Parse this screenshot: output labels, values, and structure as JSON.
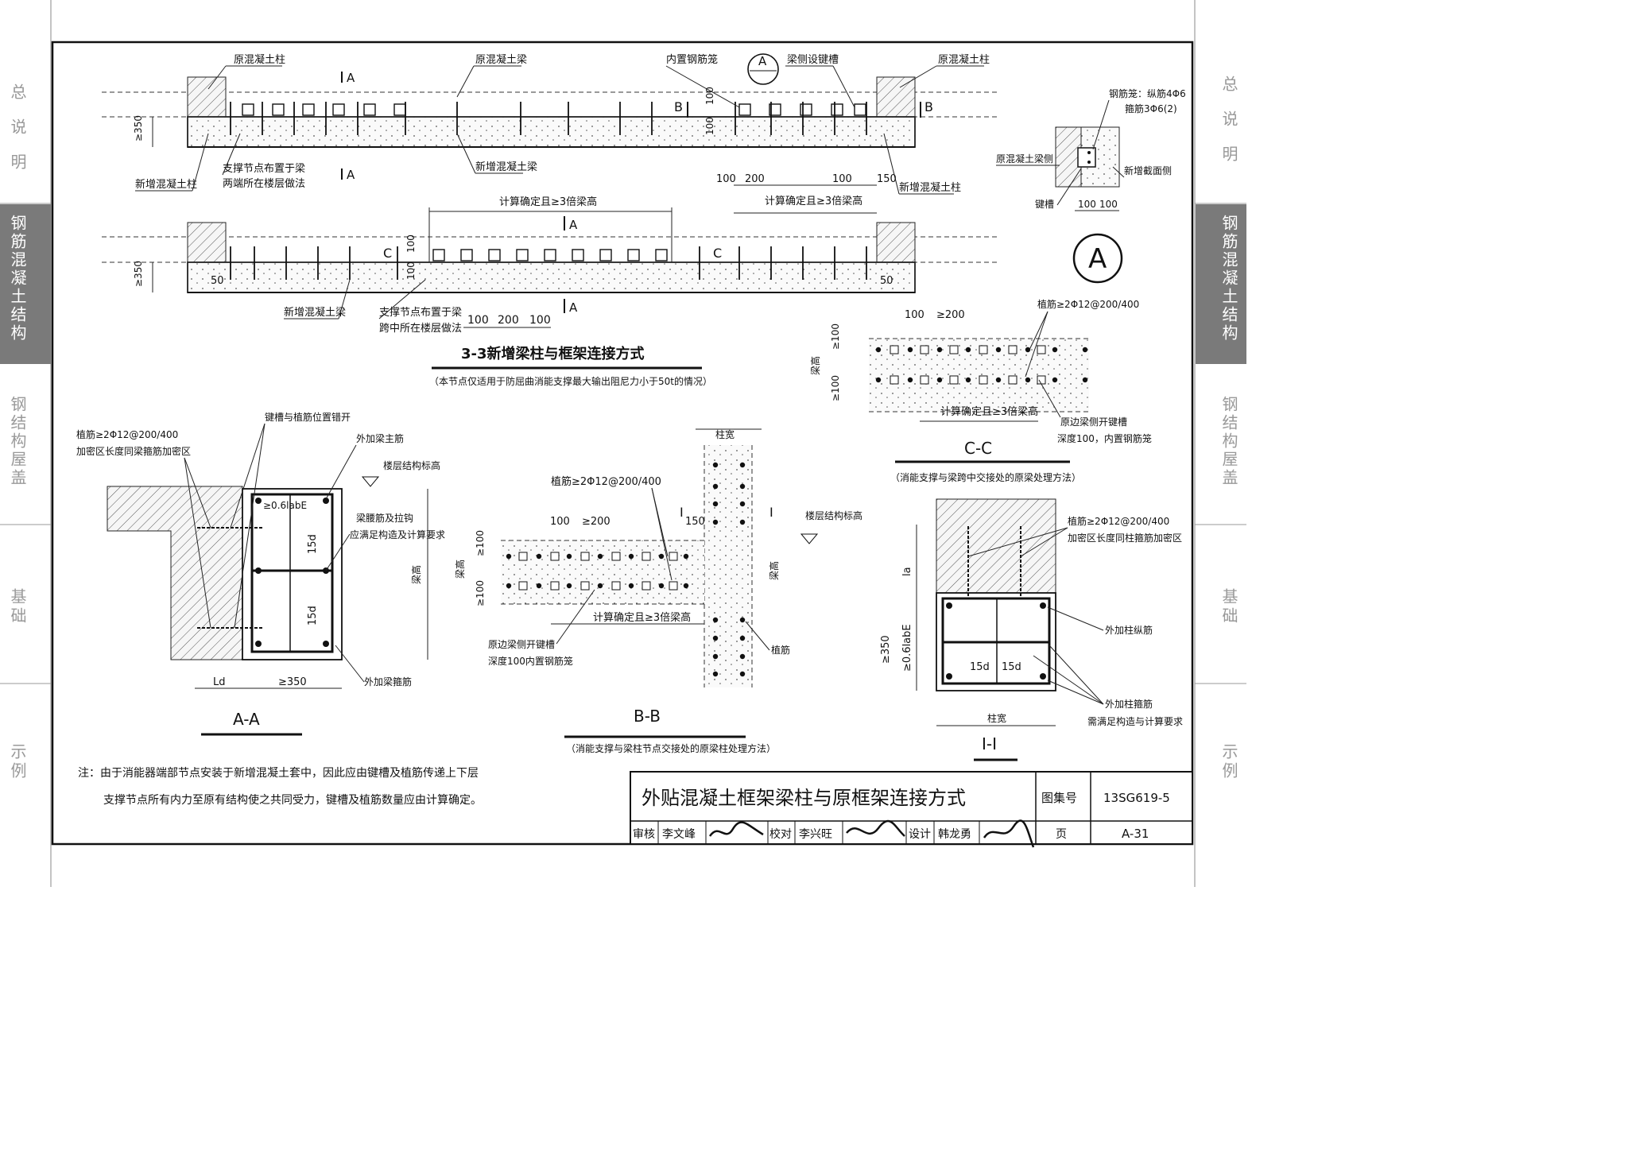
{
  "sidebar_left": [
    {
      "label": "总说明",
      "active": false
    },
    {
      "label": "钢筋混凝土结构",
      "active": true
    },
    {
      "label": "钢结构屋盖",
      "active": false
    },
    {
      "label": "基础",
      "active": false
    },
    {
      "label": "示例",
      "active": false
    }
  ],
  "sidebar_right": [
    {
      "label": "总说明",
      "active": false
    },
    {
      "label": "钢筋混凝土结构",
      "active": true
    },
    {
      "label": "钢结构屋盖",
      "active": false
    },
    {
      "label": "基础",
      "active": false
    },
    {
      "label": "示例",
      "active": false
    }
  ],
  "elevation": {
    "labels": {
      "orig_col_left": "原混凝土柱",
      "orig_beam": "原混凝土梁",
      "inner_cage": "内置钢筋笼",
      "key_groove": "梁侧设键槽",
      "orig_col_right": "原混凝土柱",
      "new_col_left": "新增混凝土柱",
      "support_ends": "支撑节点布置于梁",
      "support_ends_2": "两端所在楼层做法",
      "new_beam_top": "新增混凝土梁",
      "new_col_right": "新增混凝土柱",
      "new_beam_bottom": "新增混凝土梁",
      "support_mid": "支撑节点布置于梁",
      "support_mid_2": "跨中所在楼层做法",
      "calc_top": "计算确定且≥3倍梁高",
      "calc_right": "计算确定且≥3倍梁高",
      "sec_a": "A",
      "sec_b": "B",
      "sec_c": "C",
      "callout": "A",
      "dim_350": "≥350",
      "dim_100": "100",
      "dim_200": "200",
      "dim_150": "150",
      "dim_50": "50"
    },
    "title": "3-3新增梁柱与框架连接方式",
    "subtitle": "（本节点仅适用于防屈曲消能支撑最大输出阻尼力小于50t的情况）"
  },
  "detail_A": {
    "cage_label_1": "钢筋笼：纵筋4Φ6",
    "cage_label_2": "箍筋3Φ6(2)",
    "orig_side": "原混凝土梁侧",
    "new_face": "新增截面侧",
    "key": "键槽",
    "dim": "100",
    "mark": "A"
  },
  "section_AA": {
    "title": "A-A",
    "labels": {
      "embed": "植筋≥2Φ12@200/400",
      "dense": "加密区长度同梁箍筋加密区",
      "stagger": "键槽与植筋位置错开",
      "main_bar": "外加梁主筋",
      "floor": "楼层结构标高",
      "waist": "梁腰筋及拉钩",
      "waist_2": "应满足构造及计算要求",
      "stirrup": "外加梁箍筋",
      "beam_h": "梁高",
      "lae": "≥0.6labE",
      "d15": "15d",
      "ld": "Ld",
      "w350": "≥350"
    }
  },
  "section_BB": {
    "title": "B-B",
    "subtitle": "（消能支撑与梁柱节点交接处的原梁柱处理方法）",
    "labels": {
      "col_w": "柱宽",
      "embed": "植筋≥2Φ12@200/400",
      "floor": "楼层结构标高",
      "calc": "计算确定且≥3倍梁高",
      "groove": "原边梁侧开键槽",
      "groove_2": "深度100内置钢筋笼",
      "bar": "植筋",
      "beam_h": "梁高",
      "d100": "100",
      "d200": "≥200",
      "d150": "150",
      "g100": "≥100",
      "mark": "I"
    }
  },
  "section_CC": {
    "title": "C-C",
    "subtitle": "（消能支撑与梁跨中交接处的原梁处理方法）",
    "labels": {
      "embed": "植筋≥2Φ12@200/400",
      "calc": "计算确定且≥3倍梁高",
      "groove": "原边梁侧开键槽",
      "groove_2": "深度100，内置钢筋笼",
      "beam_h": "梁高",
      "d100": "100",
      "d200": "≥200",
      "g100": "≥100"
    }
  },
  "section_II": {
    "title": "I-I",
    "labels": {
      "embed": "植筋≥2Φ12@200/400",
      "dense": "加密区长度同柱箍筋加密区",
      "long": "外加柱纵筋",
      "stirrup": "外加柱箍筋",
      "stirrup_2": "需满足构造与计算要求",
      "col_w": "柱宽",
      "la": "la",
      "lae": "≥0.6labE",
      "w350": "≥350",
      "d15": "15d"
    }
  },
  "note": {
    "line1": "注：由于消能器端部节点安装于新增混凝土套中，因此应由键槽及植筋传递上下层",
    "line2": "支撑节点所有内力至原有结构使之共同受力，键槽及植筋数量应由计算确定。"
  },
  "title_block": {
    "title": "外贴混凝土框架梁柱与原框架连接方式",
    "atlas_label": "图集号",
    "atlas_no": "13SG619-5",
    "review_label": "审核",
    "reviewer": "李文峰",
    "check_label": "校对",
    "checker": "李兴旺",
    "design_label": "设计",
    "designer": "韩龙勇",
    "page_label": "页",
    "page_no": "A-31"
  }
}
